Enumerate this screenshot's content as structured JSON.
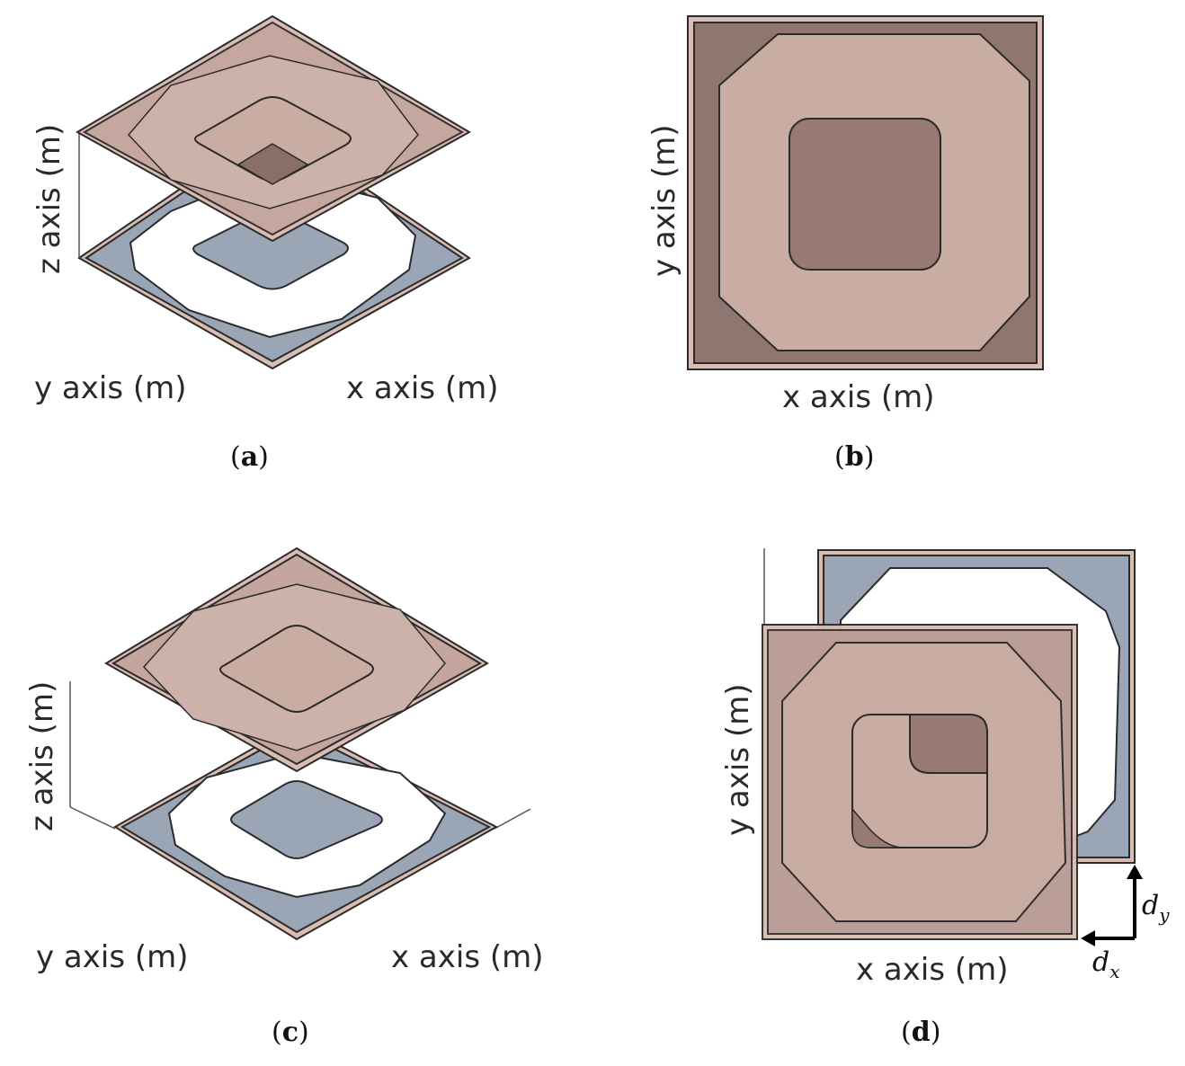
{
  "panels": [
    {
      "id": "a",
      "label": "a",
      "x_axis": "x axis (m)",
      "y_axis": "y axis (m)",
      "z_axis": "z axis (m)"
    },
    {
      "id": "b",
      "label": "b",
      "x_axis": "x axis (m)",
      "y_axis": "y axis (m)"
    },
    {
      "id": "c",
      "label": "c",
      "x_axis": "x axis (m)",
      "y_axis": "y axis (m)",
      "z_axis": "z axis (m)"
    },
    {
      "id": "d",
      "label": "d",
      "x_axis": "x axis (m)",
      "y_axis": "y axis (m)"
    }
  ],
  "offset_labels": {
    "dx": "d",
    "dx_sub": "x",
    "dy": "d",
    "dy_sub": "y"
  },
  "colors": {
    "copper": "#c9ada3",
    "copper_light": "#d8bfb5",
    "copper_dark": "#8a6f69",
    "blue_plate": "#9aa6b6",
    "outline": "#2b2b2b"
  }
}
